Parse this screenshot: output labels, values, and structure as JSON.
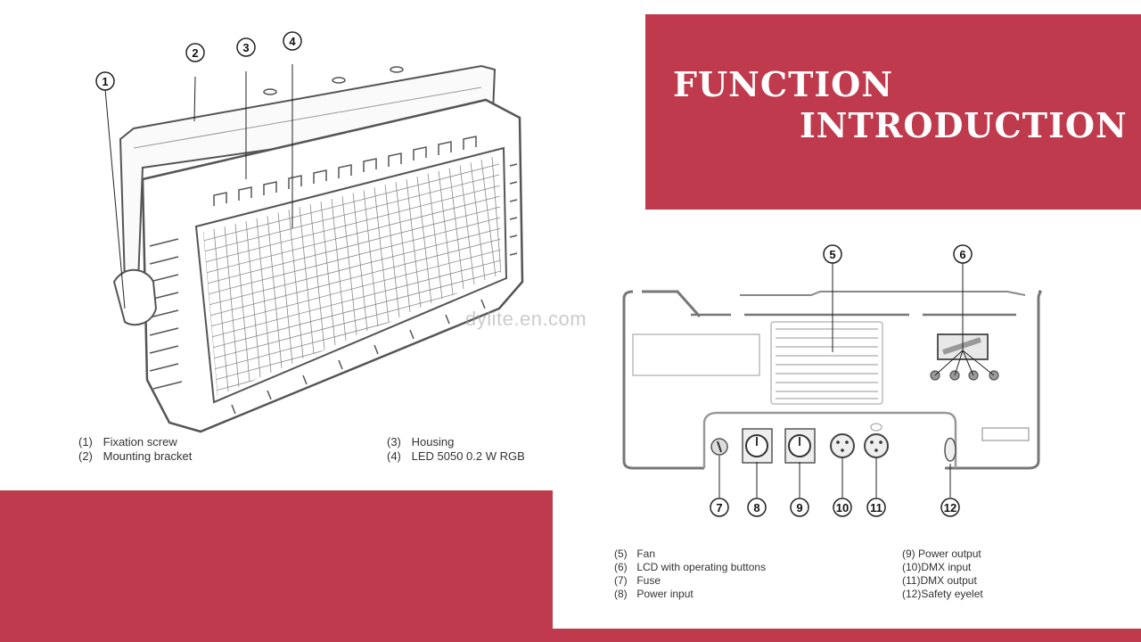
{
  "header": {
    "title_line1": "FUNCTION",
    "title_line2": "INTRODUCTION"
  },
  "watermark": "dylite.en.com",
  "diagram_front": {
    "callouts": [
      "1",
      "2",
      "3",
      "4"
    ],
    "legend_left": [
      {
        "num": "(1)",
        "text": "Fixation screw"
      },
      {
        "num": "(2)",
        "text": "Mounting bracket"
      }
    ],
    "legend_right": [
      {
        "num": "(3)",
        "text": "Housing"
      },
      {
        "num": "(4)",
        "text": "LED 5050 0.2 W RGB"
      }
    ]
  },
  "diagram_back": {
    "callouts": [
      "5",
      "6",
      "7",
      "8",
      "9",
      "10",
      "11",
      "12"
    ],
    "legend_left": [
      {
        "num": "(5)",
        "text": "Fan"
      },
      {
        "num": "(6)",
        "text": "LCD with operating buttons"
      },
      {
        "num": "(7)",
        "text": "Fuse"
      },
      {
        "num": "(8)",
        "text": "Power input"
      }
    ],
    "legend_right": [
      {
        "num": "(9)",
        "text": "Power output"
      },
      {
        "num": "(10)",
        "text": "DMX input"
      },
      {
        "num": "(11)",
        "text": "DMX output"
      },
      {
        "num": "(12)",
        "text": "Safety eyelet"
      }
    ]
  },
  "colors": {
    "background": "#be3a4c",
    "panel": "#ffffff",
    "title": "#ffffff",
    "line_art": "#555555"
  }
}
